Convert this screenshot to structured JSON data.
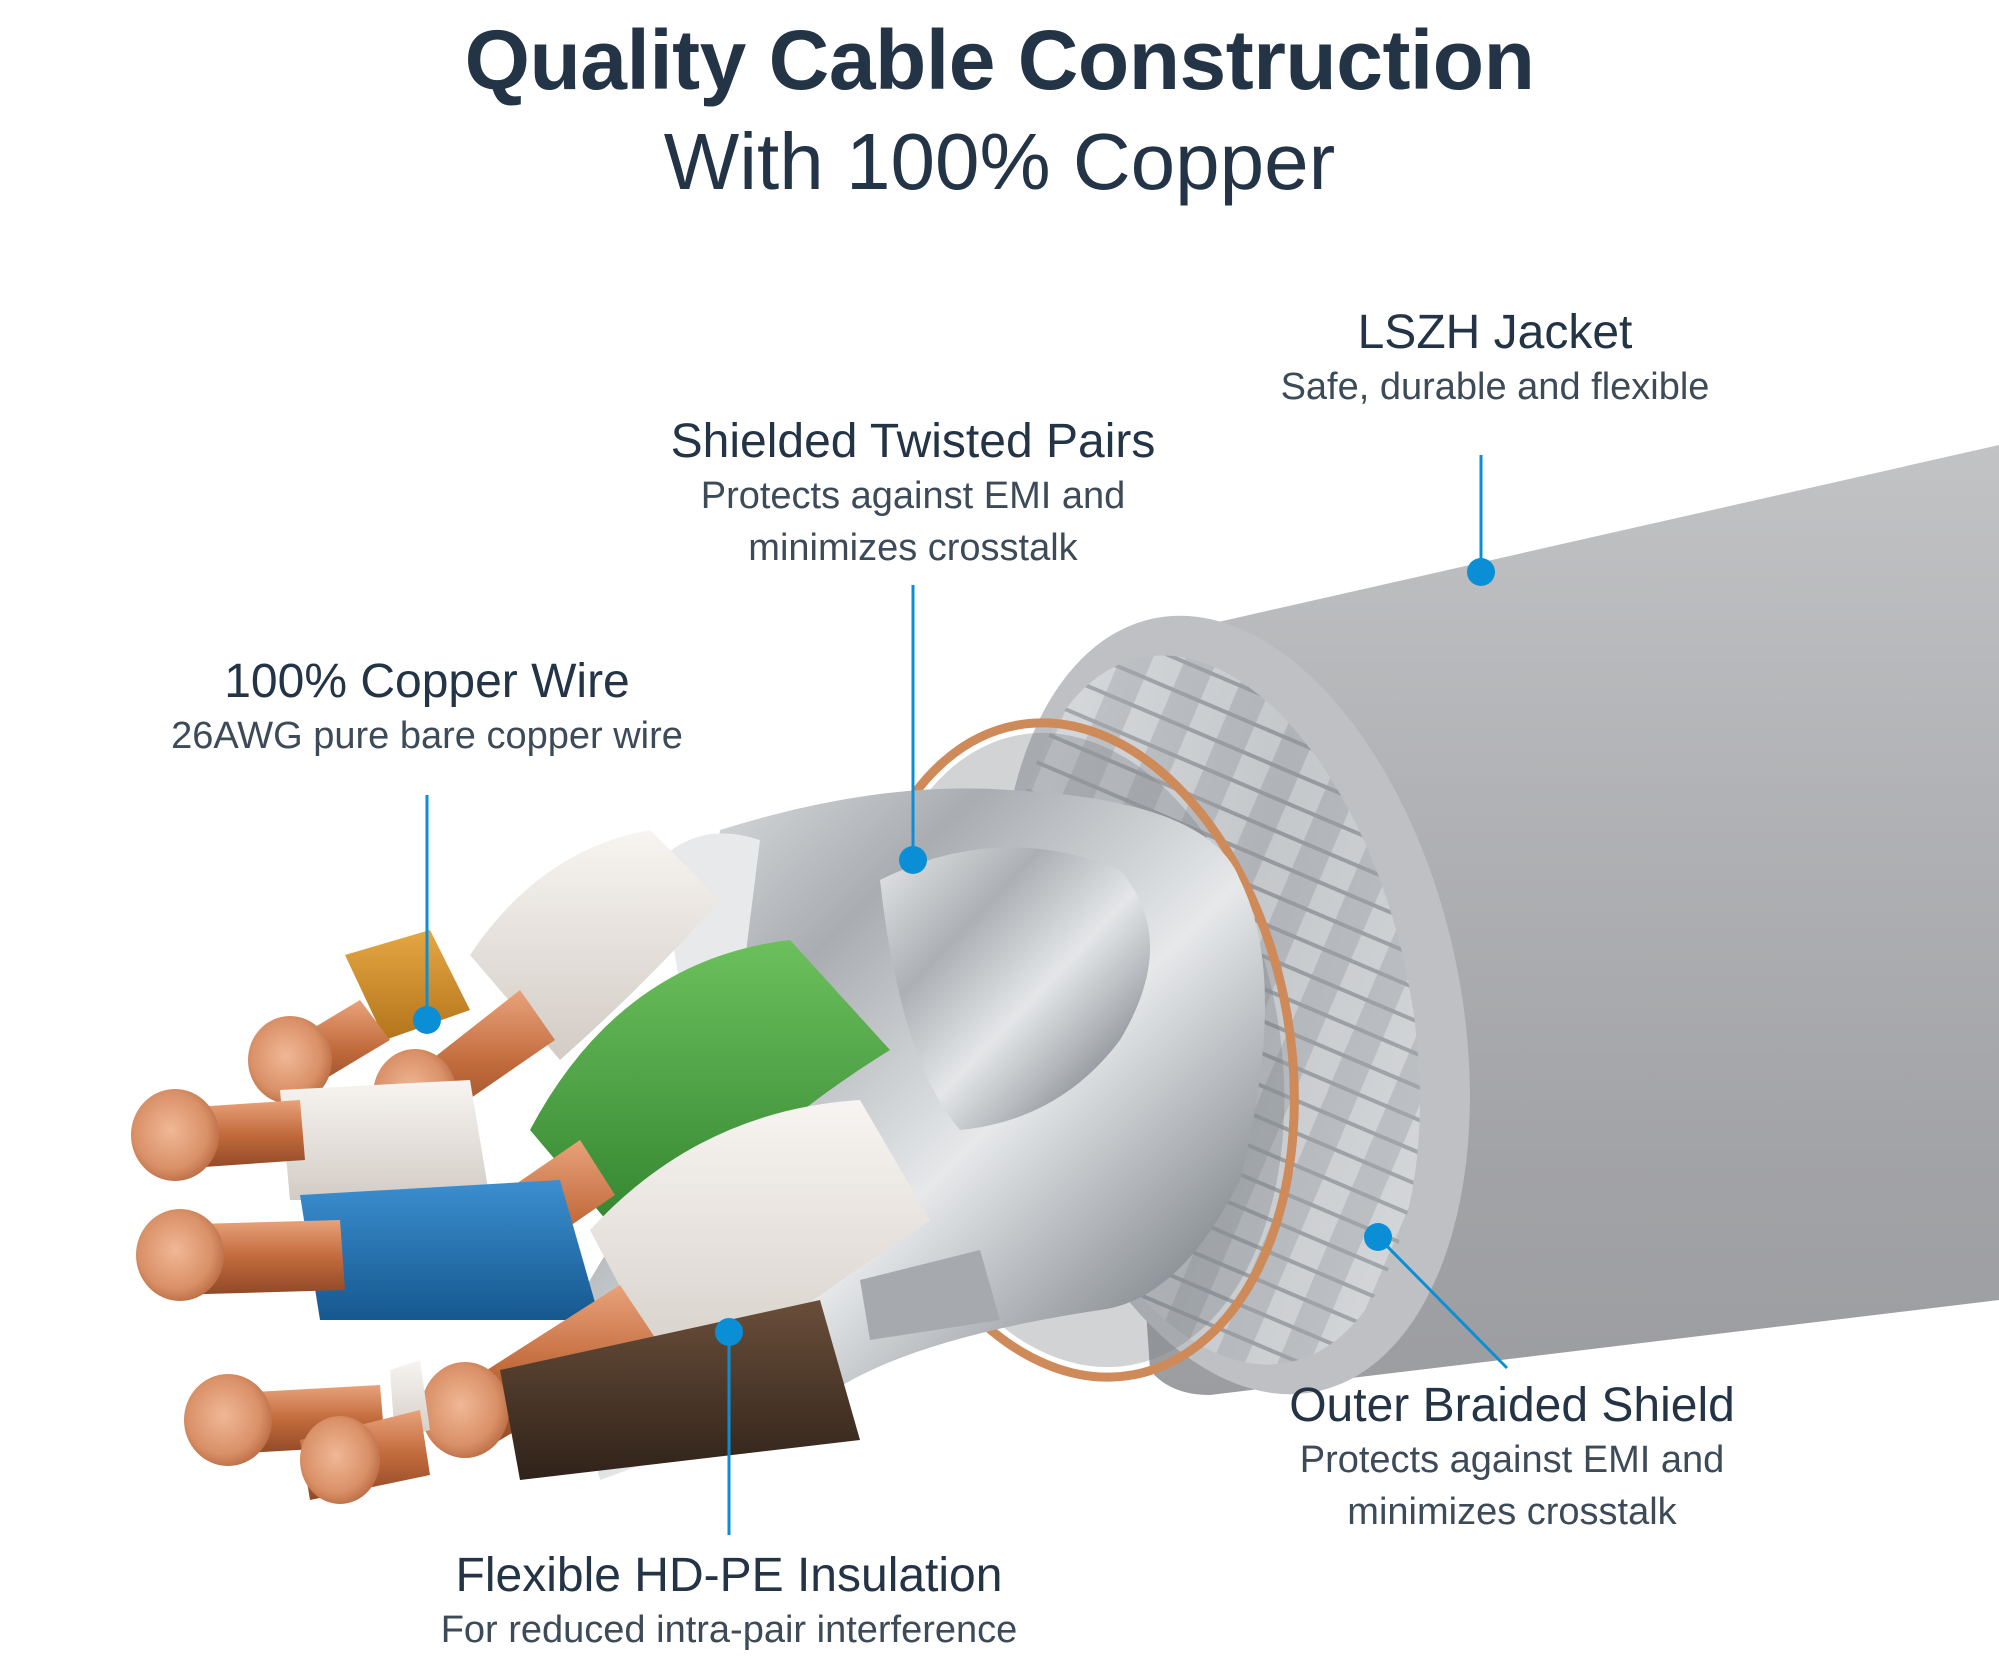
{
  "title": {
    "main": "Quality Cable Construction",
    "sub": "With 100% Copper"
  },
  "callouts": {
    "jacket": {
      "title": "LSZH Jacket",
      "desc": "Safe, durable and flexible"
    },
    "pairs": {
      "title": "Shielded Twisted Pairs",
      "desc_line1": "Protects against EMI and",
      "desc_line2": "minimizes crosstalk"
    },
    "copper": {
      "title": "100% Copper Wire",
      "desc": "26AWG pure bare copper wire"
    },
    "braid": {
      "title": "Outer Braided Shield",
      "desc_line1": "Protects against EMI and",
      "desc_line2": "minimizes crosstalk"
    },
    "insulation": {
      "title": "Flexible HD-PE Insulation",
      "desc": "For reduced intra-pair interference"
    }
  },
  "colors": {
    "text": "#243447",
    "accent": "#0a8fd6",
    "jacket": "#a9a9ab",
    "copper": "#c9794a",
    "foil": "#c6c8cb",
    "green": "#3e9a3a",
    "blue": "#1f6fae",
    "orange": "#cf8a24",
    "brown": "#4a3628",
    "white_insulation": "#e9e4df"
  }
}
